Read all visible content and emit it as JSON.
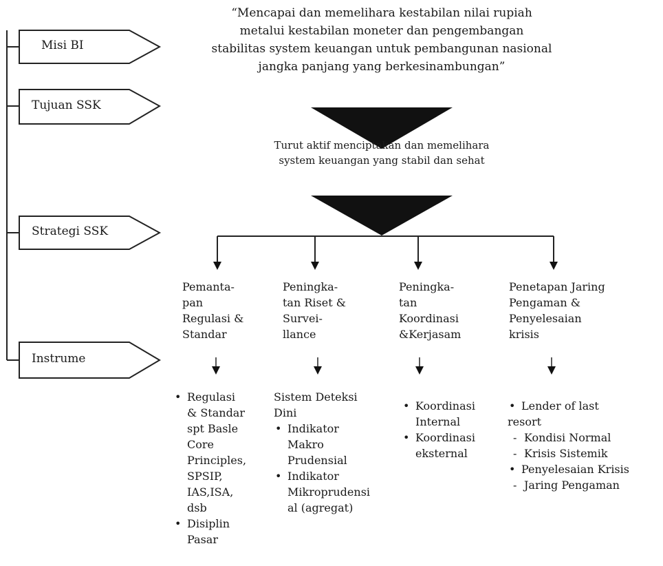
{
  "stages": {
    "misi": "Misi BI",
    "tujuan": "Tujuan SSK",
    "strategi": "Strategi SSK",
    "instrumen": "Instrume"
  },
  "mission_text": "“Mencapai dan memelihara kestabilan nilai rupiah metalui kestabilan moneter dan pengembangan stabilitas system keuangan untuk pembangunan nasional jangka panjang yang berkesinambungan”",
  "mission_lines": [
    "“Mencapai dan memelihara kestabilan nilai rupiah",
    "metalui kestabilan moneter dan pengembangan",
    "stabilitas system keuangan untuk pembangunan nasional",
    "jangka panjang yang berkesinambungan”"
  ],
  "goal_lines": [
    "Turut aktif menciptakan dan memelihara",
    "system keuangan yang stabil dan sehat"
  ],
  "strategies": [
    {
      "lines": [
        "Pemanta-",
        "pan",
        "Regulasi &",
        "Standar"
      ]
    },
    {
      "lines": [
        "Peningka-",
        "tan Riset &",
        "Survei-",
        "llance"
      ]
    },
    {
      "lines": [
        "Peningka-",
        "tan",
        "Koordinasi",
        "&Kerjasam"
      ]
    },
    {
      "lines": [
        "Penetapan Jaring",
        "Pengaman &",
        "Penyelesaian",
        "krisis"
      ]
    }
  ],
  "instruments": [
    [
      {
        "marker": "•",
        "text": "Regulasi"
      },
      {
        "marker": "",
        "text": "& Standar"
      },
      {
        "marker": "",
        "text": "spt Basle"
      },
      {
        "marker": "",
        "text": "Core"
      },
      {
        "marker": "",
        "text": "Principles,"
      },
      {
        "marker": "",
        "text": "SPSIP,"
      },
      {
        "marker": "",
        "text": "IAS,ISA,"
      },
      {
        "marker": "",
        "text": "dsb"
      },
      {
        "marker": "•",
        "text": "Disiplin"
      },
      {
        "marker": "",
        "text": "Pasar"
      }
    ],
    [
      {
        "marker": "plain",
        "text": "Sistem Deteksi"
      },
      {
        "marker": "plain",
        "text": "Dini"
      },
      {
        "marker": "•",
        "text": "Indikator"
      },
      {
        "marker": "",
        "text": "Makro"
      },
      {
        "marker": "",
        "text": "Prudensial"
      },
      {
        "marker": "•",
        "text": "Indikator"
      },
      {
        "marker": "",
        "text": "Mikroprudensi"
      },
      {
        "marker": "",
        "text": "al (agregat)"
      }
    ],
    [
      {
        "marker": "•",
        "text": "Koordinasi"
      },
      {
        "marker": "",
        "text": "Internal"
      },
      {
        "marker": "•",
        "text": "Koordinasi"
      },
      {
        "marker": "",
        "text": "eksternal"
      }
    ],
    [
      {
        "marker": "•",
        "text": "Lender of last"
      },
      {
        "marker": "plain",
        "text": "resort"
      },
      {
        "marker": "-",
        "text": "Kondisi Normal"
      },
      {
        "marker": "-",
        "text": "Krisis Sistemik"
      },
      {
        "marker": "•",
        "text": "Penyelesaian Krisis"
      },
      {
        "marker": "-",
        "text": "Jaring Pengaman"
      }
    ]
  ]
}
